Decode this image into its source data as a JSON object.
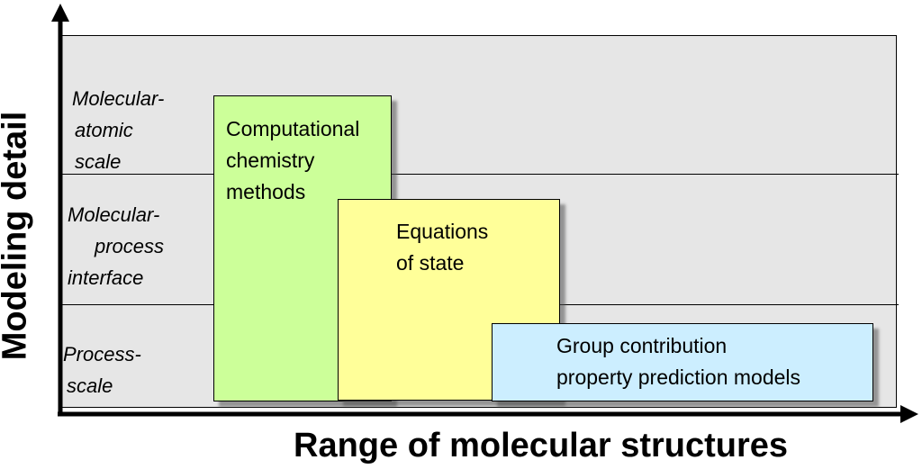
{
  "diagram": {
    "axes": {
      "x_label": "Range of molecular structures",
      "y_label": "Modeling detail"
    },
    "scale_levels": [
      {
        "lines": [
          "Molecular-",
          "atomic",
          "scale"
        ]
      },
      {
        "lines": [
          "Molecular-",
          "process",
          "interface"
        ]
      },
      {
        "lines": [
          "Process-",
          "scale"
        ]
      }
    ],
    "method_boxes": [
      {
        "lines": [
          "Computational",
          "chemistry",
          "methods"
        ],
        "color": "#ccff99"
      },
      {
        "lines": [
          "Equations",
          "of state"
        ],
        "color": "#ffff99"
      },
      {
        "lines": [
          "Group contribution",
          "property prediction models"
        ],
        "color": "#cceeff"
      }
    ],
    "colors": {
      "background_panel": "#e6e6e6",
      "axis": "#000000"
    }
  }
}
